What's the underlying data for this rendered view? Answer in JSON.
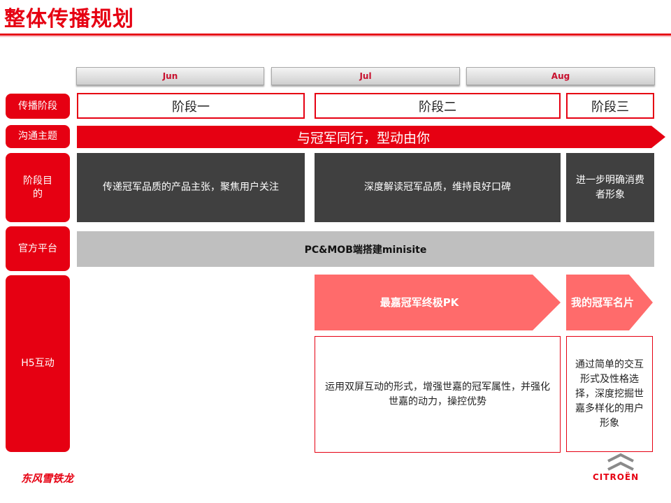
{
  "header": {
    "title": "整体传播规划"
  },
  "months": [
    "Jun",
    "Jul",
    "Aug"
  ],
  "row_labels": {
    "stage": "传播阶段",
    "theme": "沟通主题",
    "purpose": "阶段目的",
    "platform": "官方平台",
    "h5": "H5互动"
  },
  "stages": [
    "阶段一",
    "阶段二",
    "阶段三"
  ],
  "theme_text": "与冠军同行，型动由你",
  "purposes": [
    "传递冠军品质的产品主张，聚焦用户关注",
    "深度解读冠军品质，维持良好口碑",
    "进一步明确消费者形象"
  ],
  "platform_text": "PC&MOB端搭建minisite",
  "h5": {
    "activity1": {
      "title": "最嘉冠军终极PK",
      "desc": "运用双屏互动的形式，增强世嘉的冠军属性，并强化世嘉的动力，操控优势"
    },
    "activity2": {
      "title": "我的冠军名片",
      "desc": "通过简单的交互形式及性格选择，深度挖掘世嘉多样化的用户形象"
    }
  },
  "footer": {
    "brand_left": "东风雪铁龙",
    "brand_right": "CITROËN"
  },
  "colors": {
    "accent": "#e60012",
    "dark_panel": "#404040",
    "gray_panel": "#bfbfbf",
    "chevron_light": "#ff6b6b"
  }
}
